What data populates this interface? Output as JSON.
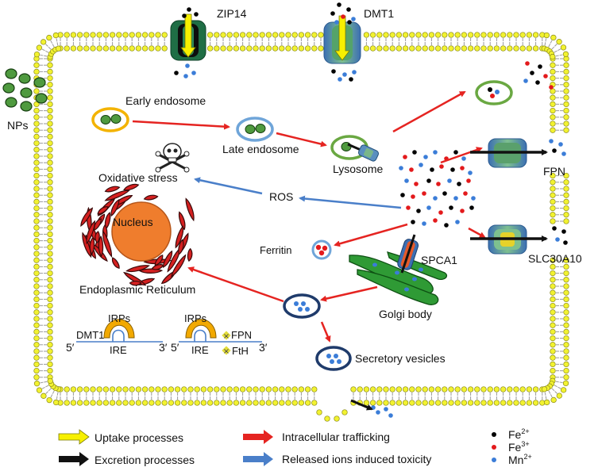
{
  "labels": {
    "zip14": "ZIP14",
    "dmt1": "DMT1",
    "nps": "NPs",
    "early_endosome": "Early endosome",
    "late_endosome": "Late endosome",
    "lysosome": "Lysosome",
    "oxidative_stress": "Oxidative stress",
    "ros": "ROS",
    "fpn": "FPN",
    "ferritin": "Ferritin",
    "spca1": "SPCA1",
    "slc30a10": "SLC30A10",
    "nucleus": "Nucleus",
    "endoplasmic_reticulum": "Endoplasmic Reticulum",
    "golgi_body": "Golgi body",
    "secretory_vesicles": "Secretory vesicles"
  },
  "mrna": {
    "left": {
      "gene": "DMT1",
      "protein": "IRPs",
      "element": "IRE",
      "five": "5′",
      "three": "3′"
    },
    "right": {
      "protein": "IRPs",
      "element": "IRE",
      "gene1": "FPN",
      "gene2": "FtH",
      "five": "5′",
      "three": "3′"
    }
  },
  "legend": {
    "uptake": "Uptake processes",
    "excretion": "Excretion processes",
    "trafficking": "Intracellular trafficking",
    "toxicity": "Released ions induced toxicity",
    "fe2_base": "Fe",
    "fe2_sup": "2+",
    "fe3_base": "Fe",
    "fe3_sup": "3+",
    "mn2_base": "Mn",
    "mn2_sup": "2+"
  },
  "colors": {
    "fe2": "#000000",
    "fe3": "#e31a1c",
    "mn2": "#3b7dd8",
    "uptake_arrow": "#f7f000",
    "excretion_arrow": "#111111",
    "trafficking_arrow": "#e52421",
    "toxicity_arrow": "#4a7fc9",
    "membrane_head": "#f2f230",
    "nanoparticle": "#4f9a3f"
  },
  "icons": {
    "toxicity": "skull-crossbones-icon"
  }
}
